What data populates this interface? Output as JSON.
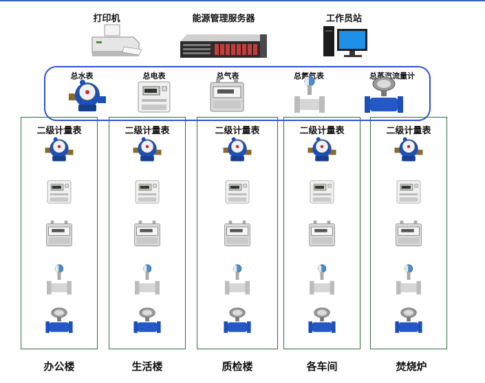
{
  "top_devices": {
    "printer": "打印机",
    "server": "能源管理服务器",
    "workstation": "工作员站"
  },
  "main_meters": [
    {
      "label": "总水表",
      "icon": "water-meter-icon"
    },
    {
      "label": "总电表",
      "icon": "electric-meter-icon"
    },
    {
      "label": "总气表",
      "icon": "gas-meter-icon"
    },
    {
      "label": "总氮气表",
      "icon": "nitrogen-flow-meter-icon"
    },
    {
      "label": "总蒸汽流量计",
      "icon": "steam-flow-meter-icon"
    }
  ],
  "secondary_meter_title": "二级计量表",
  "buildings": [
    {
      "name": "办公楼"
    },
    {
      "name": "生活楼"
    },
    {
      "name": "质检楼"
    },
    {
      "name": "各车间"
    },
    {
      "name": "焚烧炉"
    }
  ],
  "colors": {
    "main_box_border": "#2a4fd6",
    "building_border": "#2e6b3f",
    "meter_blue": "#1d4fb8"
  }
}
